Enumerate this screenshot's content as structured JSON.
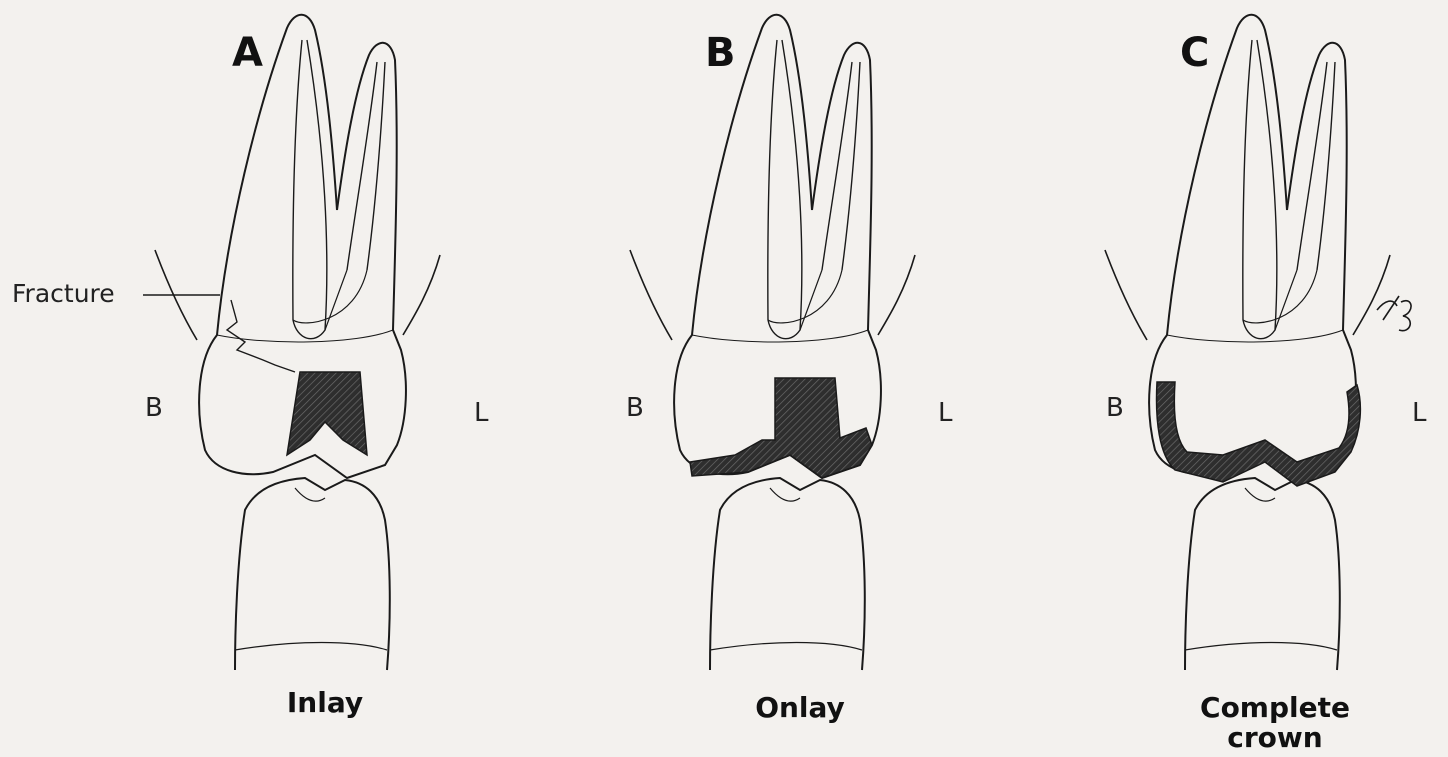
{
  "panels": [
    {
      "letter": "A",
      "caption": "Inlay",
      "buccal": "B",
      "lingual": "L"
    },
    {
      "letter": "B",
      "caption": "Onlay",
      "buccal": "B",
      "lingual": "L"
    },
    {
      "letter": "C",
      "caption": "Complete crown",
      "buccal": "B",
      "lingual": "L"
    }
  ],
  "annotation": {
    "fracture": "Fracture"
  },
  "colors": {
    "restoration_fill": "#3d3d3d",
    "outline": "#1a1a1a",
    "paper": "#f3f1ee"
  }
}
